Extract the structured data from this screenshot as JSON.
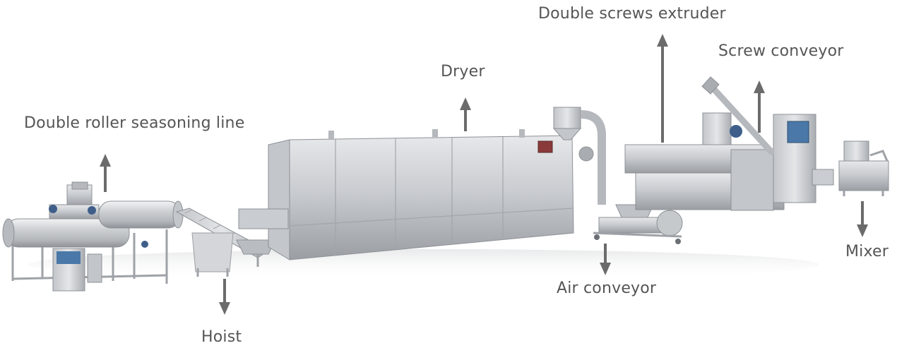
{
  "labels": {
    "seasoning": "Double roller seasoning line",
    "hoist": "Hoist",
    "dryer": "Dryer",
    "air_conveyor": "Air conveyor",
    "extruder": "Double screws extruder",
    "screw_conveyor": "Screw conveyor",
    "mixer": "Mixer"
  },
  "colors": {
    "label_text": "#555555",
    "arrow": "#6b6b6b",
    "steel_light": "#d9dbdd",
    "steel_mid": "#b9bcc0",
    "steel_dark": "#8d9196"
  }
}
